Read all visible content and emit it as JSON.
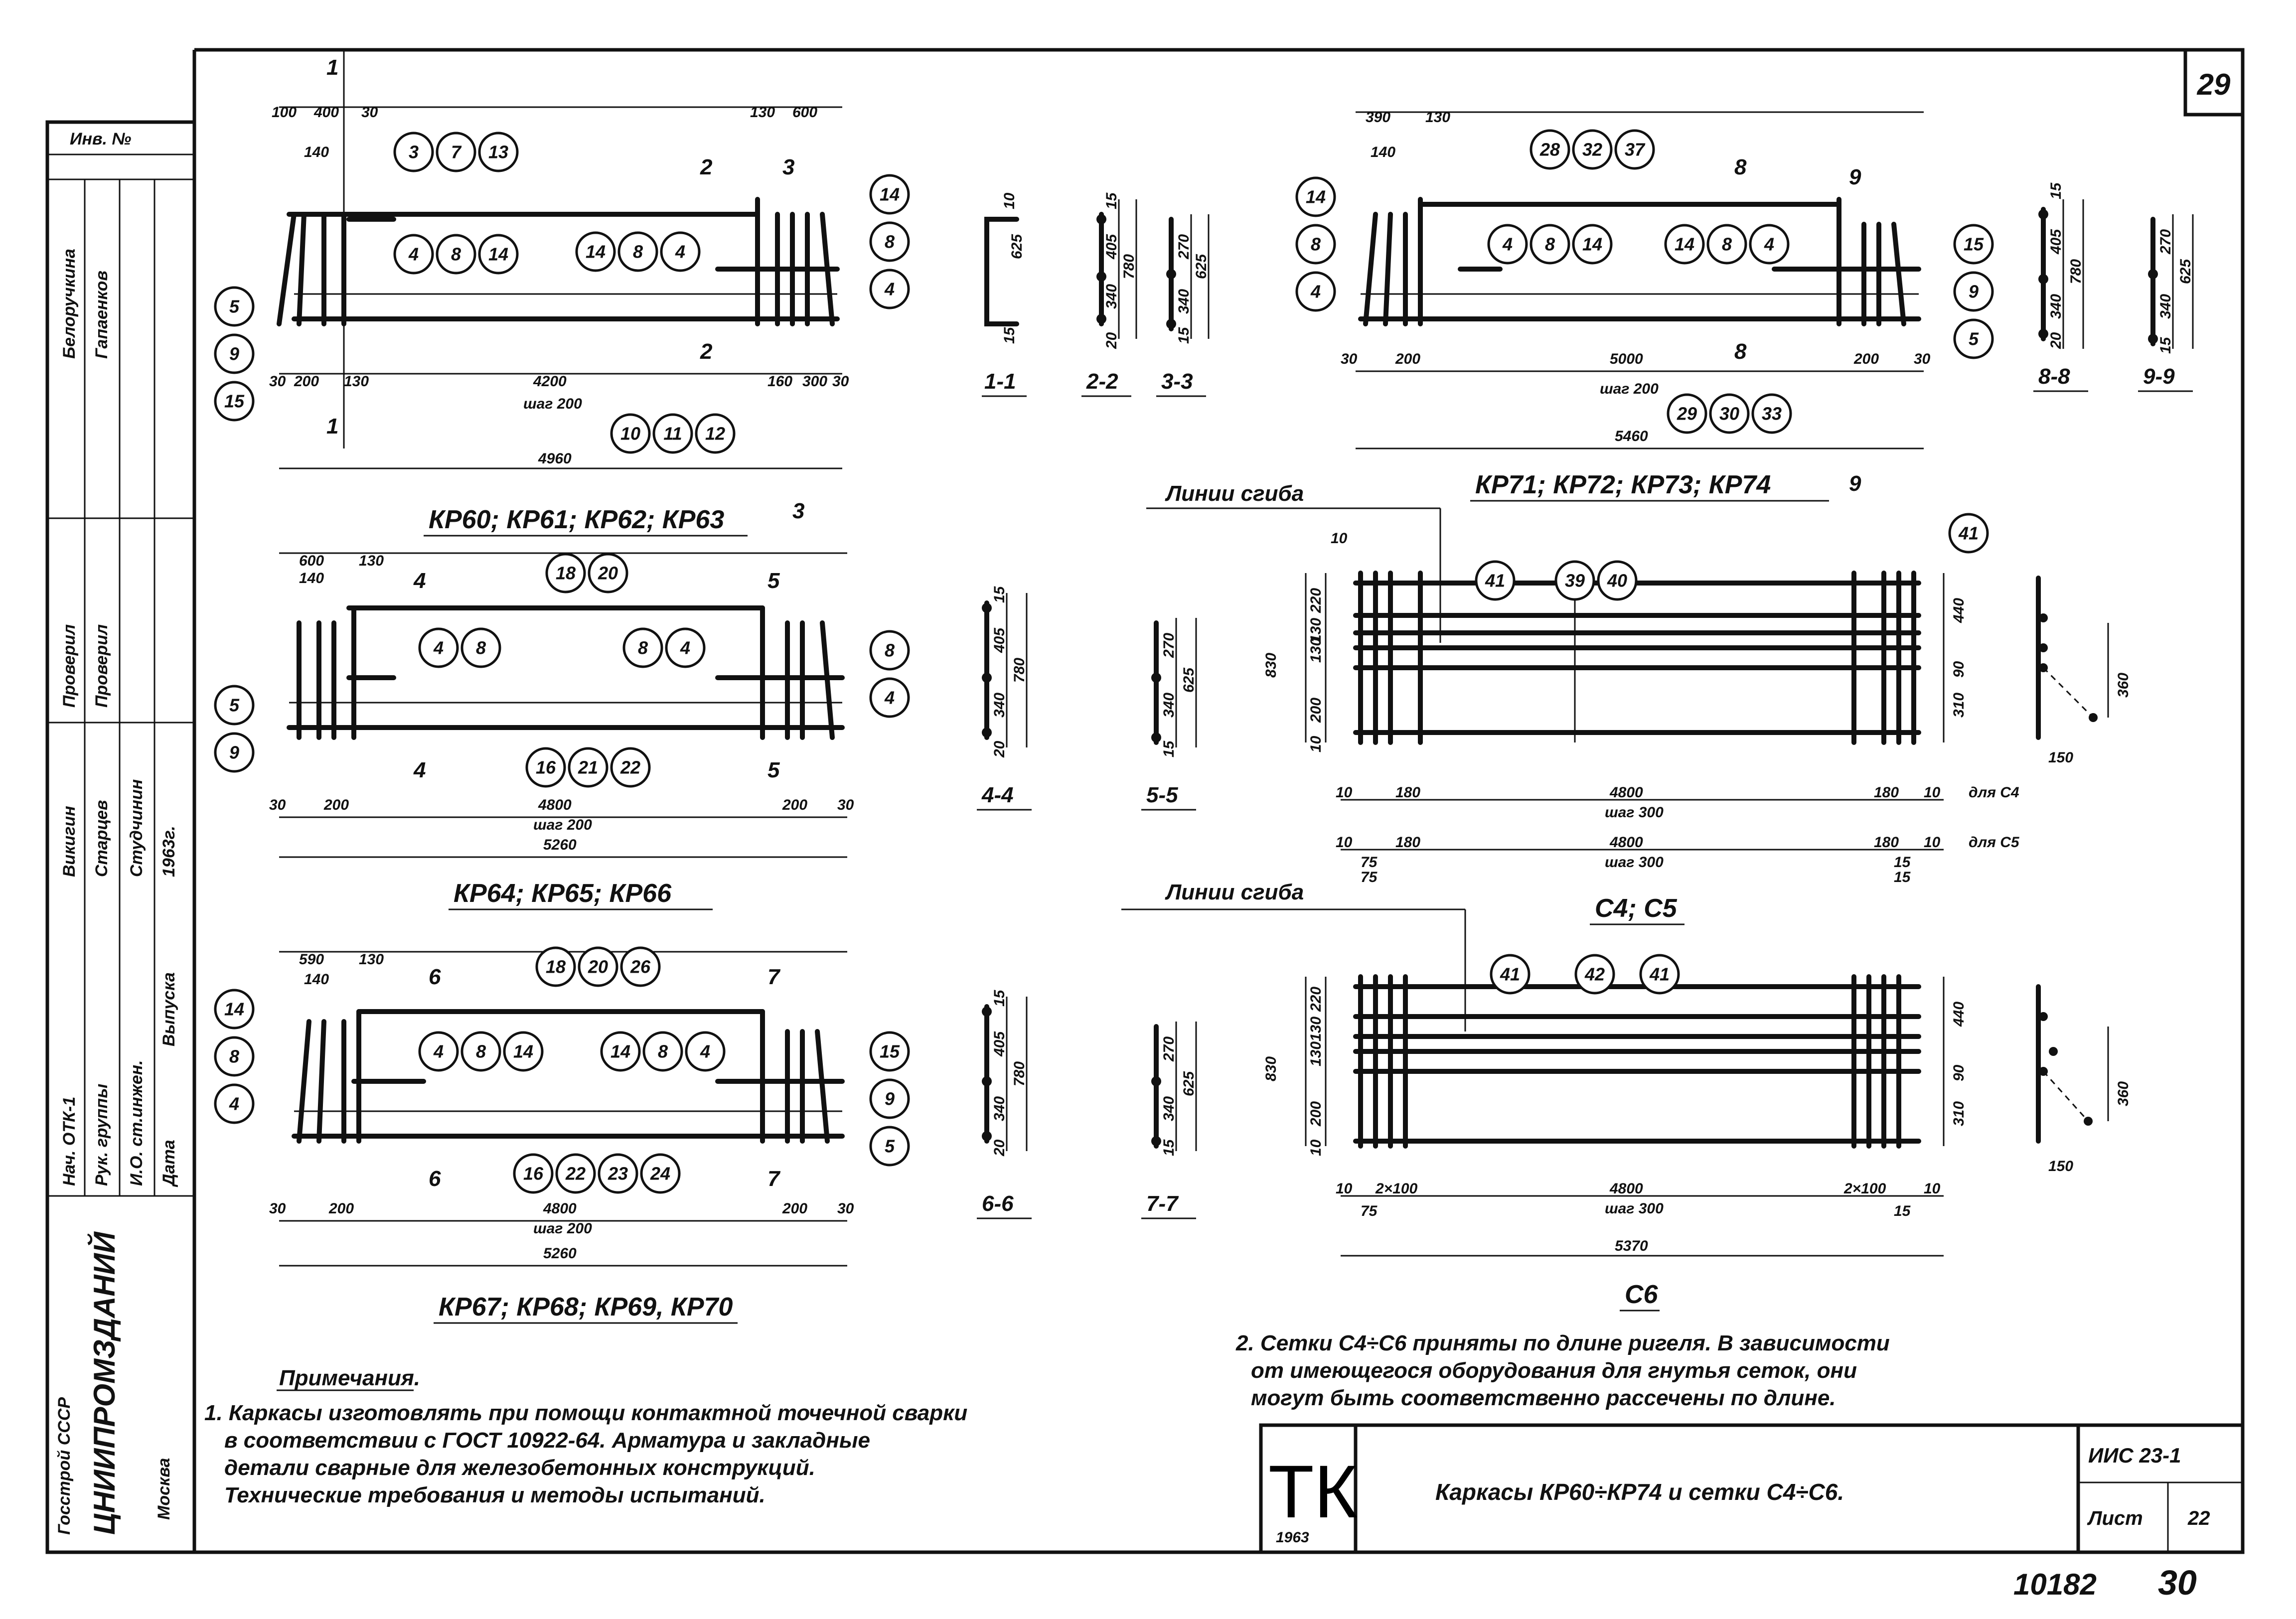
{
  "sheet": {
    "number": "29",
    "code": "ИИС 23-1",
    "list_label": "Лист",
    "list_number": "22",
    "archive_number": "10182",
    "archive_page": "30",
    "tk_label": "ТК",
    "tk_year": "1963",
    "title": "Каркасы КР60÷КР74 и сетки С4÷С6."
  },
  "stamp": {
    "inv": "Инв. №",
    "org_line1": "Госстрой СССР",
    "org_line2": "ЦНИИПРОМЗДАНИЙ",
    "city": "Москва",
    "roles": [
      "Нач. ОТК-1",
      "Рук. группы",
      "И.О. ст.инжен.",
      "Дата",
      "Проверил",
      "Проверил",
      "Выпуска"
    ],
    "names": [
      "Белоручкина",
      "Гапаенков",
      "Викигин",
      "Старцев",
      "Студчинин"
    ],
    "date": "1963г."
  },
  "frames": [
    {
      "caption": "КР60; КР61; КР62; КР63",
      "marks_top": [
        "3",
        "7",
        "13"
      ],
      "marks_mid_left": [
        "4",
        "8",
        "14"
      ],
      "marks_mid_right": [
        "14",
        "8",
        "4"
      ],
      "marks_left": [
        "5",
        "9",
        "15"
      ],
      "marks_right": [
        "14",
        "8",
        "4"
      ],
      "marks_bottom": [
        "10",
        "11",
        "12"
      ],
      "dims_top": [
        "100",
        "400",
        "30",
        "130",
        "600"
      ],
      "dim_140": "140",
      "dims_bottom": [
        "30",
        "200",
        "130",
        "4200",
        "160",
        "300",
        "30"
      ],
      "step": "шаг 200",
      "total": "4960",
      "section_marks": [
        "1",
        "1",
        "2",
        "2",
        "3",
        "3"
      ]
    },
    {
      "caption": "КР64; КР65; КР66",
      "marks_top": [
        "18",
        "20"
      ],
      "marks_mid_left": [
        "4",
        "8"
      ],
      "marks_mid_right": [
        "8",
        "4"
      ],
      "marks_left": [
        "5",
        "9"
      ],
      "marks_right": [
        "8",
        "4"
      ],
      "marks_bottom": [
        "16",
        "21",
        "22"
      ],
      "dims_top": [
        "600",
        "130"
      ],
      "dim_140": "140",
      "dims_bottom": [
        "30",
        "200",
        "4800",
        "200",
        "30"
      ],
      "step": "шаг 200",
      "total": "5260",
      "section_marks": [
        "4",
        "4",
        "5",
        "5"
      ]
    },
    {
      "caption": "КР67; КР68; КР69, КР70",
      "marks_top": [
        "18",
        "20",
        "26"
      ],
      "marks_mid_left": [
        "4",
        "8",
        "14"
      ],
      "marks_mid_right": [
        "14",
        "8",
        "4"
      ],
      "marks_left": [
        "14",
        "8",
        "4"
      ],
      "marks_right": [
        "15",
        "9",
        "5"
      ],
      "marks_bottom": [
        "16",
        "22",
        "23",
        "24"
      ],
      "dims_top": [
        "590",
        "130"
      ],
      "dim_140": "140",
      "dims_bottom": [
        "30",
        "200",
        "4800",
        "200",
        "30"
      ],
      "step": "шаг 200",
      "total": "5260",
      "section_marks": [
        "6",
        "6",
        "7",
        "7"
      ]
    },
    {
      "caption": "КР71; КР72; КР73; КР74",
      "marks_top": [
        "28",
        "32",
        "37"
      ],
      "marks_mid_left": [
        "4",
        "8",
        "14"
      ],
      "marks_mid_right": [
        "14",
        "8",
        "4"
      ],
      "marks_left": [
        "14",
        "8",
        "4"
      ],
      "marks_right": [
        "15",
        "9",
        "5"
      ],
      "marks_bottom": [
        "29",
        "30",
        "33"
      ],
      "dims_top": [
        "390",
        "130"
      ],
      "dim_140": "140",
      "dims_bottom": [
        "30",
        "200",
        "5000",
        "200",
        "30"
      ],
      "step": "шаг 200",
      "total": "5460",
      "section_marks": [
        "8",
        "8",
        "9",
        "9"
      ]
    }
  ],
  "sections": [
    {
      "label": "1-1",
      "dims": [
        "10",
        "625",
        "15"
      ]
    },
    {
      "label": "2-2",
      "dims": [
        "15",
        "405",
        "780",
        "340",
        "20"
      ]
    },
    {
      "label": "3-3",
      "dims": [
        "270",
        "625",
        "340",
        "15"
      ]
    },
    {
      "label": "4-4",
      "dims": [
        "15",
        "405",
        "780",
        "340",
        "20"
      ]
    },
    {
      "label": "5-5",
      "dims": [
        "270",
        "625",
        "340",
        "15"
      ]
    },
    {
      "label": "6-6",
      "dims": [
        "15",
        "405",
        "780",
        "340",
        "20"
      ]
    },
    {
      "label": "7-7",
      "dims": [
        "270",
        "625",
        "340",
        "15"
      ]
    },
    {
      "label": "8-8",
      "dims": [
        "15",
        "405",
        "780",
        "340",
        "20"
      ]
    },
    {
      "label": "9-9",
      "dims": [
        "270",
        "625",
        "340",
        "15"
      ]
    }
  ],
  "meshes": [
    {
      "caption": "С4; С5",
      "fold_label": "Линии сгиба",
      "marks": [
        "41",
        "39",
        "40",
        "41"
      ],
      "dims_left": [
        "830",
        "10",
        "220",
        "130",
        "130",
        "200",
        "10"
      ],
      "dims_right": [
        "440",
        "90",
        "310"
      ],
      "dim_side": "360",
      "dim_side_w": "150",
      "row1": [
        "10",
        "180",
        "4800",
        "180",
        "10",
        "для С4"
      ],
      "row1_step": "шаг 300",
      "row2": [
        "10",
        "180",
        "4800",
        "180",
        "10",
        "для С5"
      ],
      "row2_step": "шаг 300",
      "small": [
        "75",
        "75",
        "15",
        "15"
      ]
    },
    {
      "caption": "С6",
      "fold_label": "Линии сгиба",
      "marks": [
        "41",
        "42",
        "41"
      ],
      "dims_left": [
        "830",
        "220",
        "130",
        "130",
        "200",
        "10"
      ],
      "dims_right": [
        "440",
        "90",
        "310"
      ],
      "dim_side": "360",
      "dim_side_w": "150",
      "row1": [
        "10",
        "2×100",
        "4800",
        "2×100",
        "10"
      ],
      "row1_step": "шаг 300",
      "small": [
        "75",
        "15"
      ],
      "total": "5370"
    }
  ],
  "notes": {
    "heading": "Примечания.",
    "note1": [
      "1. Каркасы изготовлять при помощи контактной точечной сварки",
      "в соответствии с ГОСТ 10922-64. Арматура и закладные",
      "детали сварные для железобетонных конструкций.",
      "Технические требования и методы испытаний."
    ],
    "note2": [
      "2. Сетки С4÷С6 приняты по длине ригеля. В зависимости",
      "от имеющегося оборудования для гнутья сеток, они",
      "могут быть соответственно рассечены по длине."
    ]
  }
}
